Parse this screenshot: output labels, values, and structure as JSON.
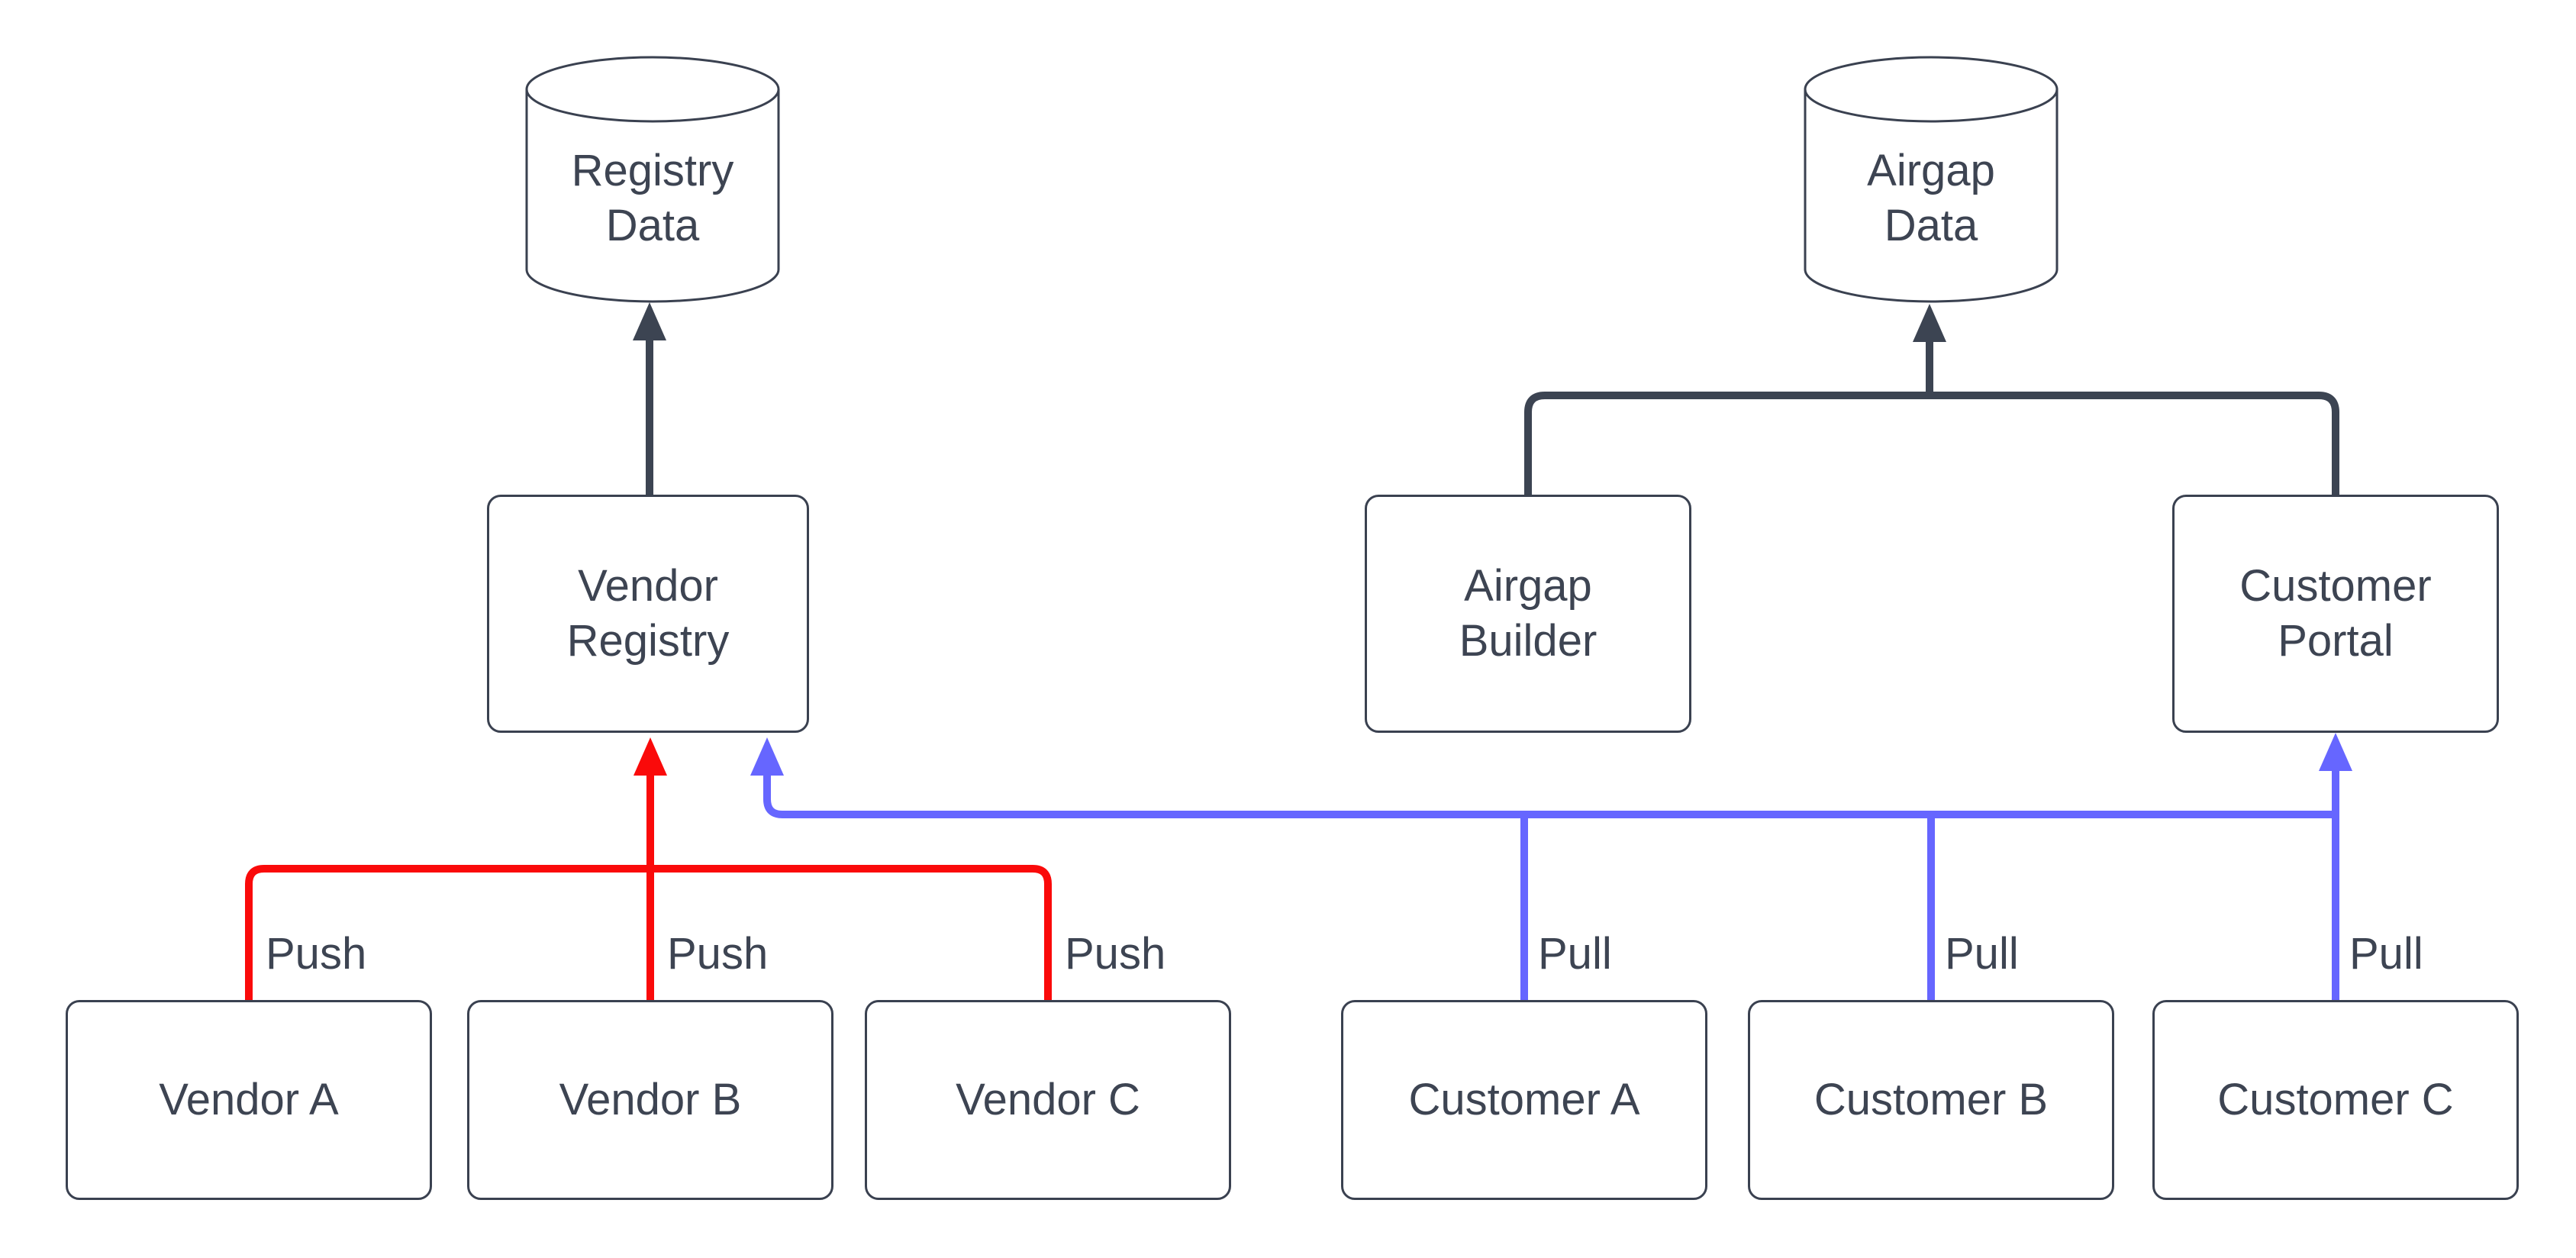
{
  "colors": {
    "background": "#ffffff",
    "connector_dark": "#3c4452",
    "push_red": "#fa0a0a",
    "pull_blue": "#6666ff",
    "node_stroke": "#3a4150",
    "text": "#3d4452"
  },
  "nodes": {
    "registry_data": {
      "label": "Registry\nData",
      "type": "cylinder"
    },
    "airgap_data": {
      "label": "Airgap\nData",
      "type": "cylinder"
    },
    "vendor_registry": {
      "label": "Vendor\nRegistry",
      "type": "box"
    },
    "airgap_builder": {
      "label": "Airgap\nBuilder",
      "type": "box"
    },
    "customer_portal": {
      "label": "Customer\nPortal",
      "type": "box"
    },
    "vendors": [
      {
        "label": "Vendor A"
      },
      {
        "label": "Vendor B"
      },
      {
        "label": "Vendor C"
      }
    ],
    "customers": [
      {
        "label": "Customer A"
      },
      {
        "label": "Customer B"
      },
      {
        "label": "Customer C"
      }
    ]
  },
  "edge_labels": {
    "push": [
      "Push",
      "Push",
      "Push"
    ],
    "pull": [
      "Pull",
      "Pull",
      "Pull"
    ]
  }
}
